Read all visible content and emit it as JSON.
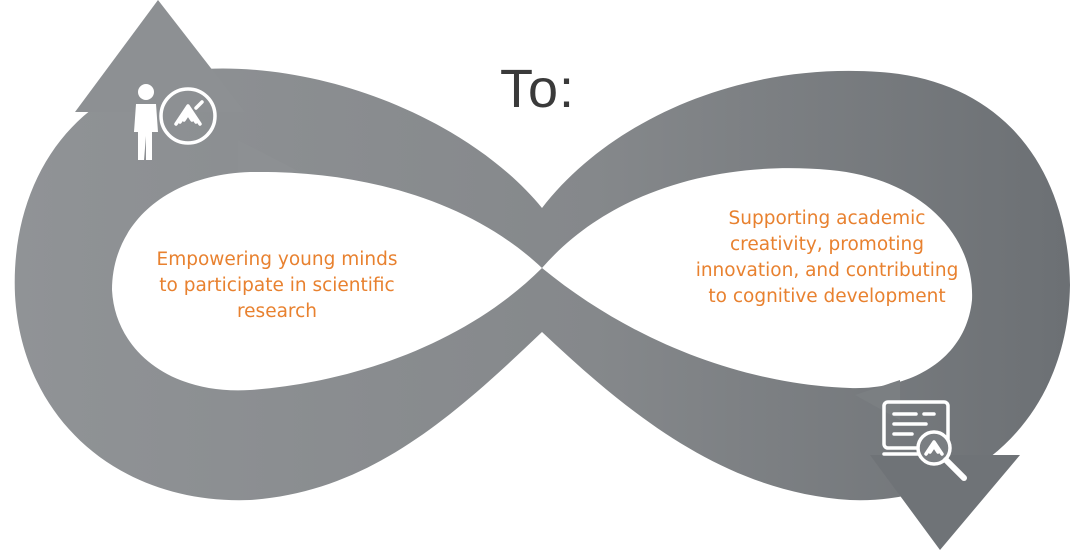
{
  "diagram": {
    "heading": "To:",
    "goals": [
      {
        "text": "Empowering young minds to participate in scientific research"
      },
      {
        "text": "Supporting academic creativity, promoting innovation, and contributing to cognitive development"
      }
    ],
    "icons": {
      "left": "student-with-research-badge-icon",
      "right": "laptop-with-magnifier-icon"
    },
    "colors": {
      "loop": "#8c8f92",
      "loop_dark": "#6c7074",
      "text_accent": "#e8812f",
      "heading": "#3a3a3a",
      "icon": "#ffffff"
    }
  }
}
